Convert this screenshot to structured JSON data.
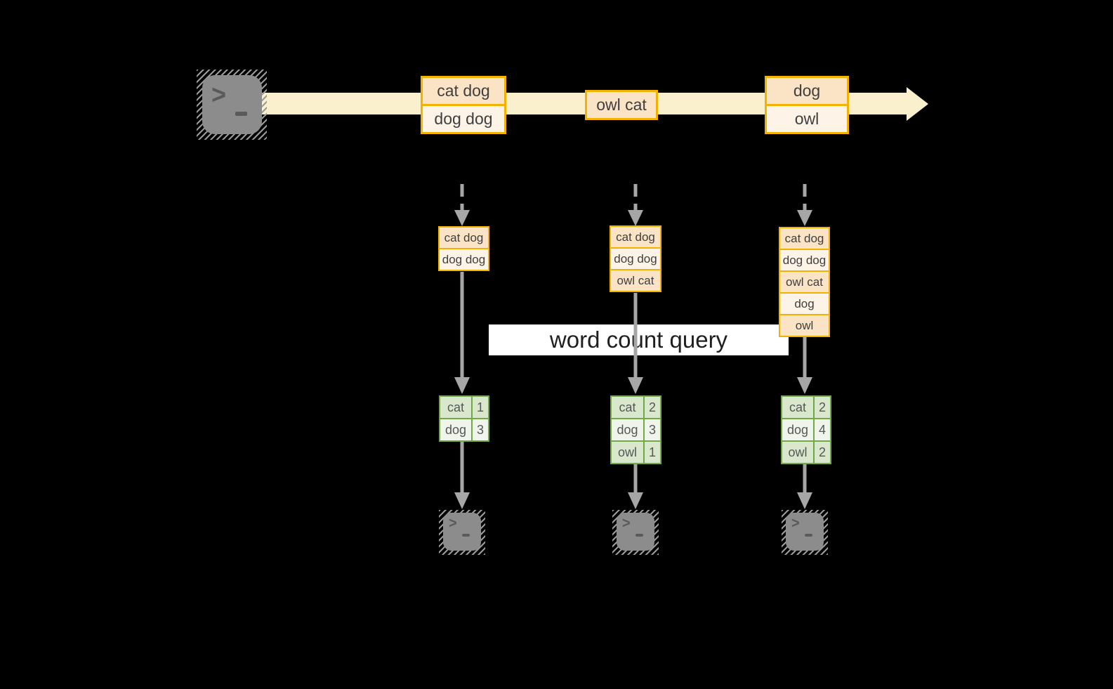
{
  "colors": {
    "background": "#000000",
    "band": "#FAF0CE",
    "peach": "#FBE3C5",
    "cream": "#FDF3E6",
    "orange": "#F2B200",
    "green": "#70A945",
    "green-light": "#D9E7CC",
    "green-pale": "#EFF5EA",
    "arrow": "#A6A6A6",
    "terminal": "#8C8C8C",
    "ink": "#3F3F3F",
    "query-ink": "#1F1F1F",
    "query-bg": "#FFFFFF"
  },
  "stream": {
    "events": [
      {
        "lines": [
          "cat dog",
          "dog dog"
        ]
      },
      {
        "lines": [
          "owl cat"
        ]
      },
      {
        "lines": [
          "dog",
          "owl"
        ]
      }
    ]
  },
  "query_label": "word count query",
  "columns": [
    {
      "buffer": [
        "cat dog",
        "dog dog"
      ],
      "counts": [
        {
          "word": "cat",
          "n": "1"
        },
        {
          "word": "dog",
          "n": "3"
        }
      ]
    },
    {
      "buffer": [
        "cat dog",
        "dog dog",
        "owl cat"
      ],
      "counts": [
        {
          "word": "cat",
          "n": "2"
        },
        {
          "word": "dog",
          "n": "3"
        },
        {
          "word": "owl",
          "n": "1"
        }
      ]
    },
    {
      "buffer": [
        "cat dog",
        "dog dog",
        "owl cat",
        "dog",
        "owl"
      ],
      "counts": [
        {
          "word": "cat",
          "n": "2"
        },
        {
          "word": "dog",
          "n": "4"
        },
        {
          "word": "owl",
          "n": "2"
        }
      ]
    }
  ],
  "icons": {
    "prompt": ">"
  }
}
